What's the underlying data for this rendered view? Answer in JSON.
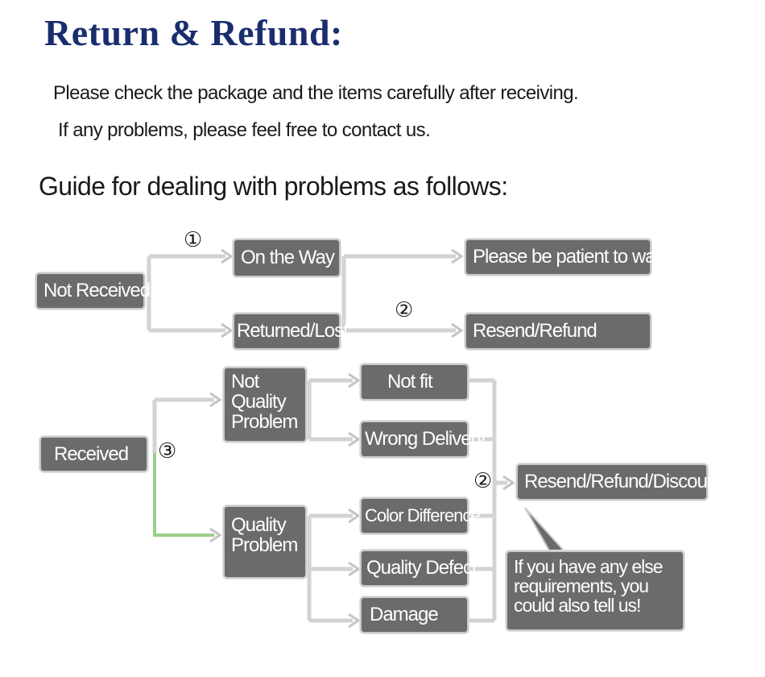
{
  "title": "Return & Refund:",
  "intro_line1": "Please check the package and the items carefully after receiving.",
  "intro_line2": "If any problems, please feel free to contact us.",
  "guide_heading": "Guide for dealing with problems as follows:",
  "markers": {
    "one": "①",
    "two": "②",
    "three": "③"
  },
  "nodes": {
    "not_received": "Not Received",
    "on_the_way": "On the Way",
    "returned_lost": "Returned/Lost",
    "please_wait": "Please be patient to wait",
    "resend_refund": "Resend/Refund",
    "received": "Received",
    "not_quality_problem": "Not Quality Problem",
    "quality_problem": "Quality Problem",
    "not_fit": "Not fit",
    "wrong_delivery": "Wrong Delivery",
    "color_difference": "Color Difference",
    "quality_defect": "Quality Defect",
    "damage": "Damage",
    "resend_refund_discount": "Resend/Refund/Discount",
    "callout": "If you have any else requirements, you could also tell us!"
  },
  "colors": {
    "title": "#1a2e6e",
    "box_fill": "#6b6b6b",
    "box_border": "#c9c9c9",
    "connector": "#d3d3d3",
    "green_connector": "#9bd08a"
  }
}
